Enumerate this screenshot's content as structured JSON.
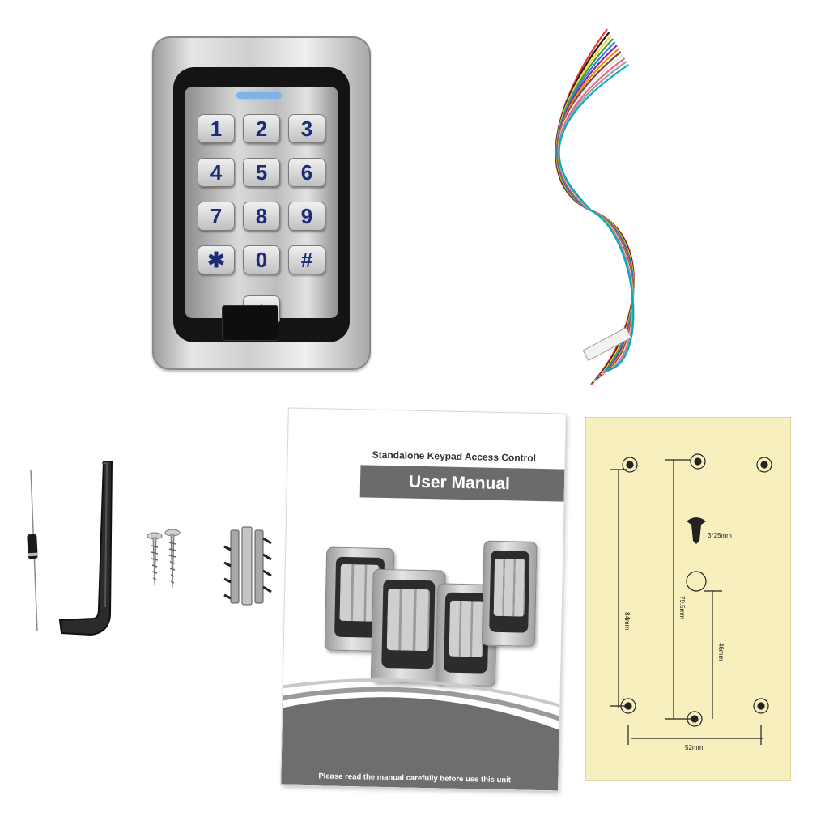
{
  "keypad": {
    "keys": [
      "1",
      "2",
      "3",
      "4",
      "5",
      "6",
      "7",
      "8",
      "9",
      "✱",
      "0",
      "#"
    ],
    "bell_key": "🔔",
    "led_color": "#7fb3e6",
    "key_text_color": "#1d2a78"
  },
  "manual": {
    "subtitle": "Standalone Keypad Access Control",
    "title": "User Manual",
    "footer": "Please read the manual carefully before use this unit"
  },
  "template": {
    "screw_label": "3*25mm",
    "dim_84": "84mm",
    "dim_79_5": "79.5mm",
    "dim_46": "46mm",
    "dim_52": "52mm"
  },
  "cable": {
    "wire_colors": [
      "#e53935",
      "#212121",
      "#fdd835",
      "#43a047",
      "#1e88e5",
      "#8e24aa",
      "#fb8c00",
      "#6d4c41",
      "#ffffff",
      "#f06292",
      "#9e9e9e",
      "#00acc1"
    ]
  }
}
